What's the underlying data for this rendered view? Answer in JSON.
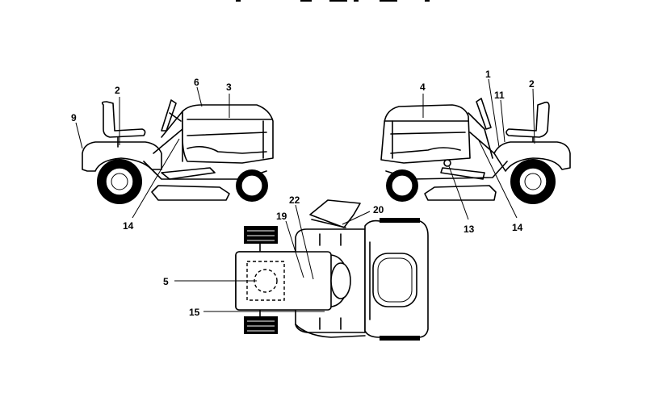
{
  "callouts": {
    "c1": "1",
    "c2_left": "2",
    "c2_right": "2",
    "c3": "3",
    "c4": "4",
    "c5": "5",
    "c6": "6",
    "c9": "9",
    "c11": "11",
    "c13": "13",
    "c14_left": "14",
    "c14_right": "14",
    "c15": "15",
    "c19": "19",
    "c20": "20",
    "c22": "22"
  }
}
